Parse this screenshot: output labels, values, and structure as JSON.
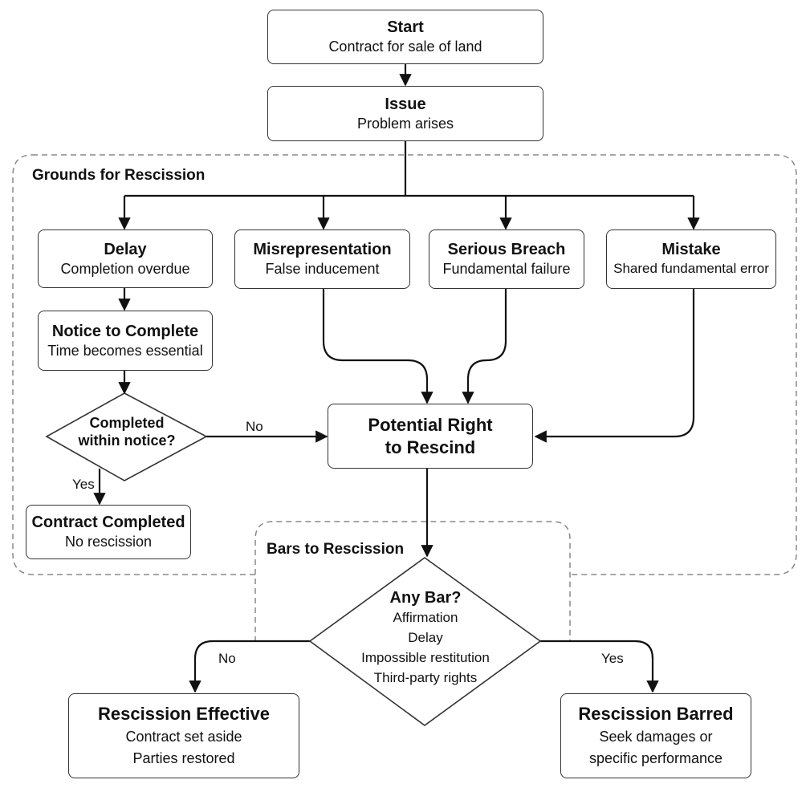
{
  "start": {
    "title": "Start",
    "subtitle": "Contract for sale of land"
  },
  "issue": {
    "title": "Issue",
    "subtitle": "Problem arises"
  },
  "grounds_group": {
    "label": "Grounds for Rescission"
  },
  "grounds": [
    {
      "title": "Delay",
      "subtitle": "Completion overdue"
    },
    {
      "title": "Misrepresentation",
      "subtitle": "False inducement"
    },
    {
      "title": "Serious Breach",
      "subtitle": "Fundamental failure"
    },
    {
      "title": "Mistake",
      "subtitle": "Shared fundamental error"
    }
  ],
  "notice": {
    "title": "Notice to Complete",
    "subtitle": "Time becomes essential"
  },
  "completed_decision": {
    "line1": "Completed",
    "line2": "within notice?",
    "no_label": "No",
    "yes_label": "Yes"
  },
  "contract_completed": {
    "title": "Contract Completed",
    "subtitle": "No rescission"
  },
  "potential": {
    "line1": "Potential Right",
    "line2": "to Rescind"
  },
  "bars_group": {
    "label": "Bars to Rescission"
  },
  "any_bar": {
    "title": "Any Bar?",
    "items": [
      "Affirmation",
      "Delay",
      "Impossible restitution",
      "Third-party rights"
    ],
    "no_label": "No",
    "yes_label": "Yes"
  },
  "effective": {
    "title": "Rescission Effective",
    "line1": "Contract set aside",
    "line2": "Parties restored"
  },
  "barred": {
    "title": "Rescission Barred",
    "line1": "Seek damages or",
    "line2": "specific performance"
  }
}
